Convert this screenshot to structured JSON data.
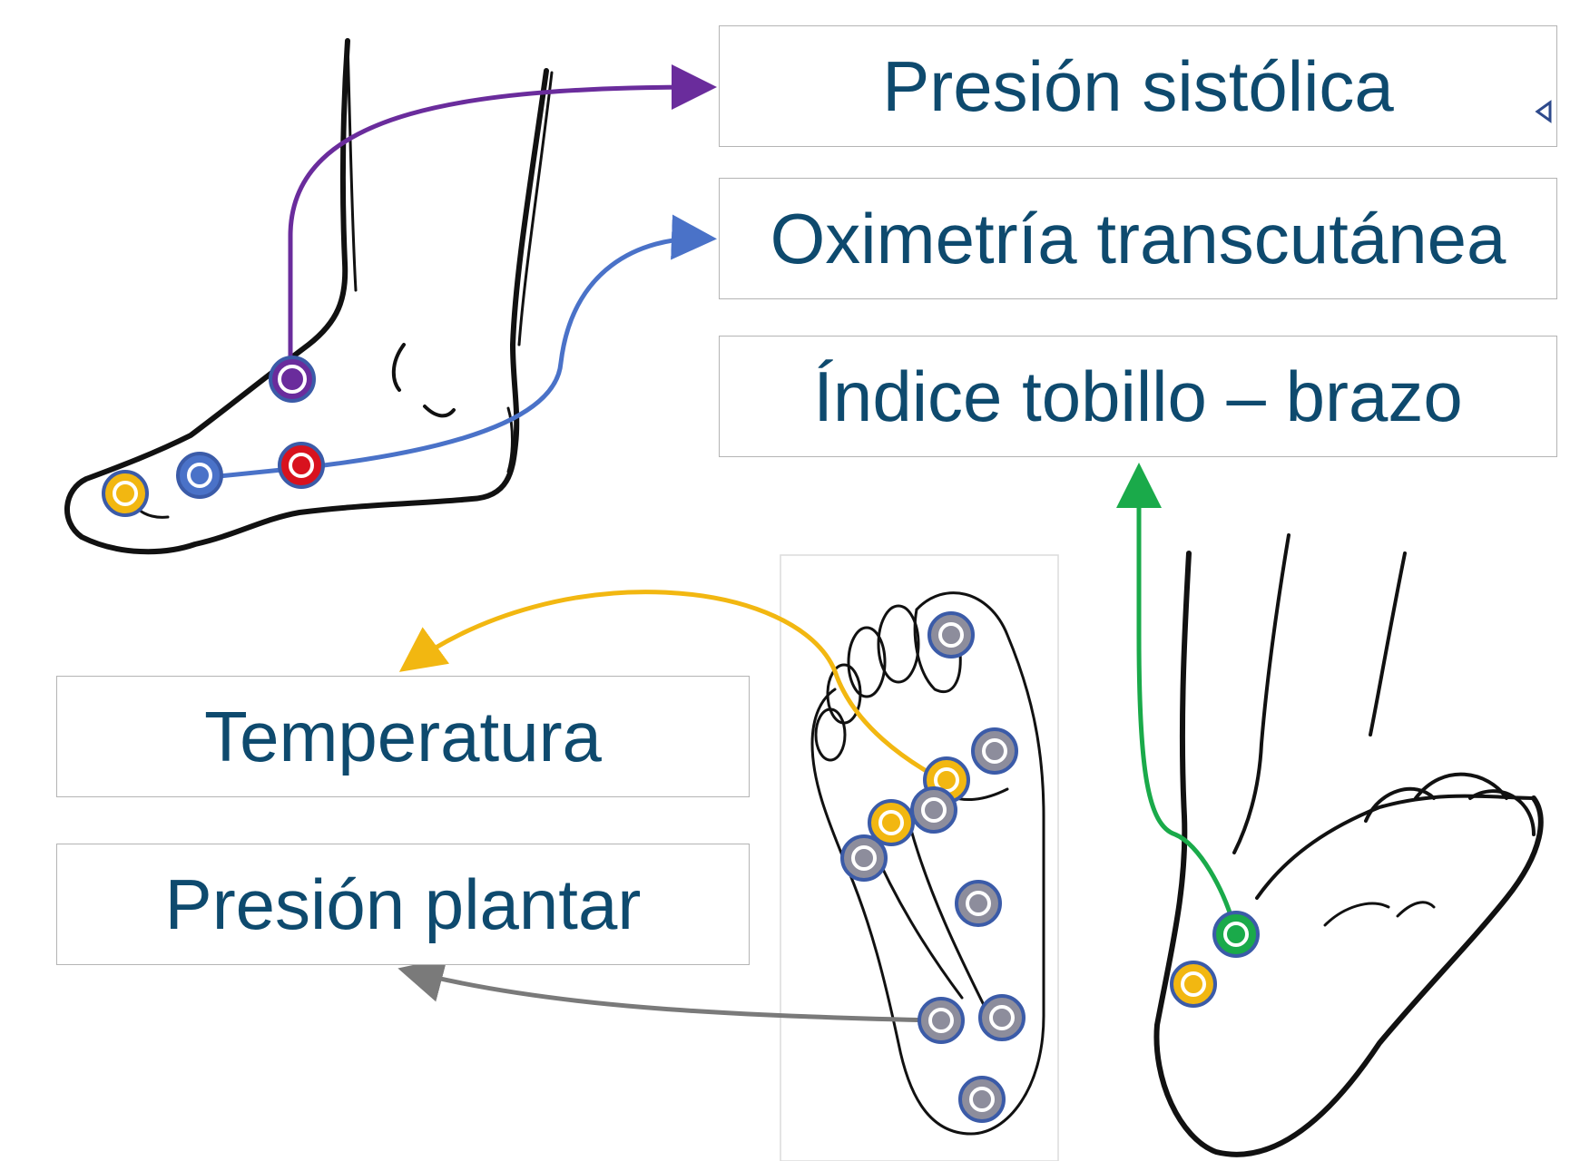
{
  "labels": {
    "presion_sistolica": "Presión sistólica",
    "oximetria": "Oximetría transcutánea",
    "indice": "Índice tobillo – brazo",
    "temperatura": "Temperatura",
    "presion_plantar": "Presión plantar"
  },
  "colors": {
    "text": "#0e4a6e",
    "purple": "#6a2c9c",
    "blue": "#4a72c8",
    "green": "#1aaa4a",
    "yellow": "#f2b711",
    "gray": "#7a7a7a",
    "red": "#d8121e",
    "sensor_ring": "#8d8d9c",
    "sensor_border": "#3b5ba8"
  }
}
